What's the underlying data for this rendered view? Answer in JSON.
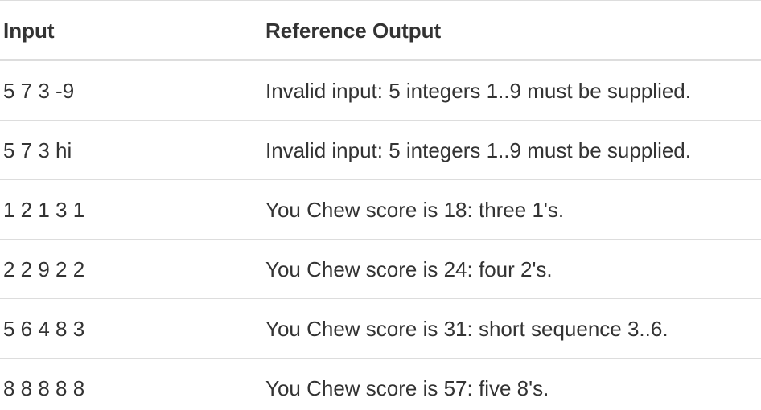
{
  "table": {
    "headers": {
      "input": "Input",
      "output": "Reference Output"
    },
    "rows": [
      {
        "input": "5 7 3 -9",
        "output": "Invalid input: 5 integers 1..9 must be supplied."
      },
      {
        "input": "5 7 3 hi",
        "output": "Invalid input: 5 integers 1..9 must be supplied."
      },
      {
        "input": "1 2 1 3 1",
        "output": "You Chew score is 18: three 1's."
      },
      {
        "input": "2 2 9 2 2",
        "output": "You Chew score is 24: four 2's."
      },
      {
        "input": "5 6 4 8 3",
        "output": "You Chew score is 31: short sequence 3..6."
      },
      {
        "input": "8 8 8 8 8",
        "output": "You Chew score is 57: five 8's."
      }
    ]
  }
}
